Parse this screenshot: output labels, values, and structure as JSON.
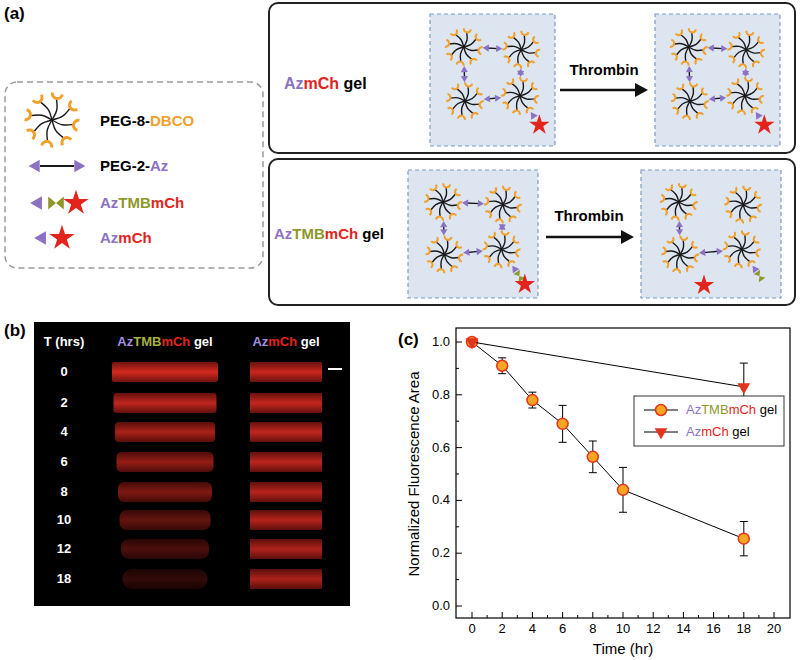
{
  "diagram": {
    "nodes": [
      {
        "text": [
          "AzmCh gel",
          "Thrombin"
        ]
      },
      {
        "text": [
          "AzTMBmCh gel",
          "Thrombin"
        ]
      },
      {
        "text": [
          "T (hrs)",
          "AzTMBmCh gel",
          "AzmCh gel",
          "0",
          "2",
          "4",
          "6",
          "8",
          "10",
          "12",
          "18"
        ]
      }
    ],
    "labels": [
      "(a)",
      "(b)",
      "(c)",
      "Normalized Fluorescence Area",
      "Time (hr)",
      "0.0",
      "0.2",
      "0.4",
      "0.6",
      "0.8",
      "1.0",
      "0",
      "2",
      "4",
      "6",
      "8",
      "10",
      "12",
      "14",
      "16",
      "18",
      "20"
    ],
    "legend": [
      {
        "text": "PEG-8-DBCO"
      },
      {
        "text": "PEG-2-Az"
      },
      {
        "text": "AzTMBmCh"
      },
      {
        "text": "AzmCh"
      },
      {
        "text": "AzTMBmCh gel"
      },
      {
        "text": "AzmCh gel"
      }
    ]
  }
}
